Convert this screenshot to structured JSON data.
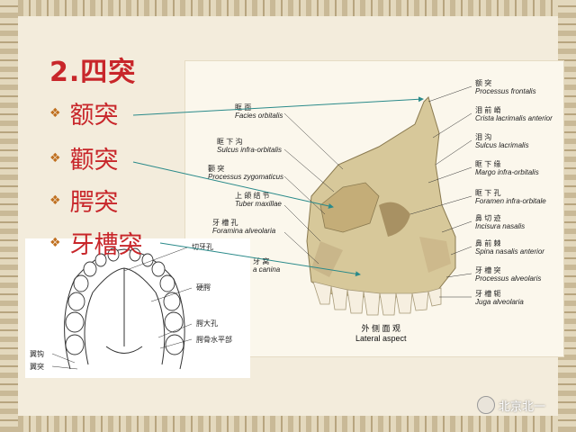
{
  "slide": {
    "title": "2.四突",
    "bullets": [
      "额突",
      "颧突",
      "腭突",
      "牙槽突"
    ]
  },
  "diagram": {
    "left_labels": [
      {
        "cn": "眶 面",
        "en": "Facies orbitalis"
      },
      {
        "cn": "眶 下 沟",
        "en": "Sulcus infra-orbitalis"
      },
      {
        "cn": "颧 突",
        "en": "Processus zygomaticus"
      },
      {
        "cn": "上 颌 结 节",
        "en": "Tuber maxillae"
      },
      {
        "cn": "牙 槽 孔",
        "en": "Foramina alveolaria"
      },
      {
        "cn": "牙 窝",
        "en": "a canina"
      }
    ],
    "right_labels": [
      {
        "cn": "额 突",
        "en": "Processus frontalis"
      },
      {
        "cn": "泪 前 嵴",
        "en": "Crista lacrimalis anterior"
      },
      {
        "cn": "泪 沟",
        "en": "Sulcus lacrimalis"
      },
      {
        "cn": "眶 下 缘",
        "en": "Margo infra-orbitalis"
      },
      {
        "cn": "眶 下 孔",
        "en": "Foramen infra-orbitale"
      },
      {
        "cn": "鼻 切 迹",
        "en": "Incisura nasalis"
      },
      {
        "cn": "鼻 前 棘",
        "en": "Spina nasalis anterior"
      },
      {
        "cn": "牙 槽 突",
        "en": "Processus alveolaris"
      },
      {
        "cn": "牙 槽 轭",
        "en": "Juga alveolaria"
      }
    ],
    "caption_cn": "外 侧 面 观",
    "caption_en": "Lateral aspect",
    "inset_labels": [
      "切牙孔",
      "硬腭",
      "腭大孔",
      "腭骨水平部",
      "翼钩",
      "翼突"
    ]
  },
  "watermark": {
    "text": "北京北一"
  },
  "colors": {
    "title": "#c8262a",
    "bullet_icon": "#c07020",
    "arrow": "#2a8a8a"
  }
}
